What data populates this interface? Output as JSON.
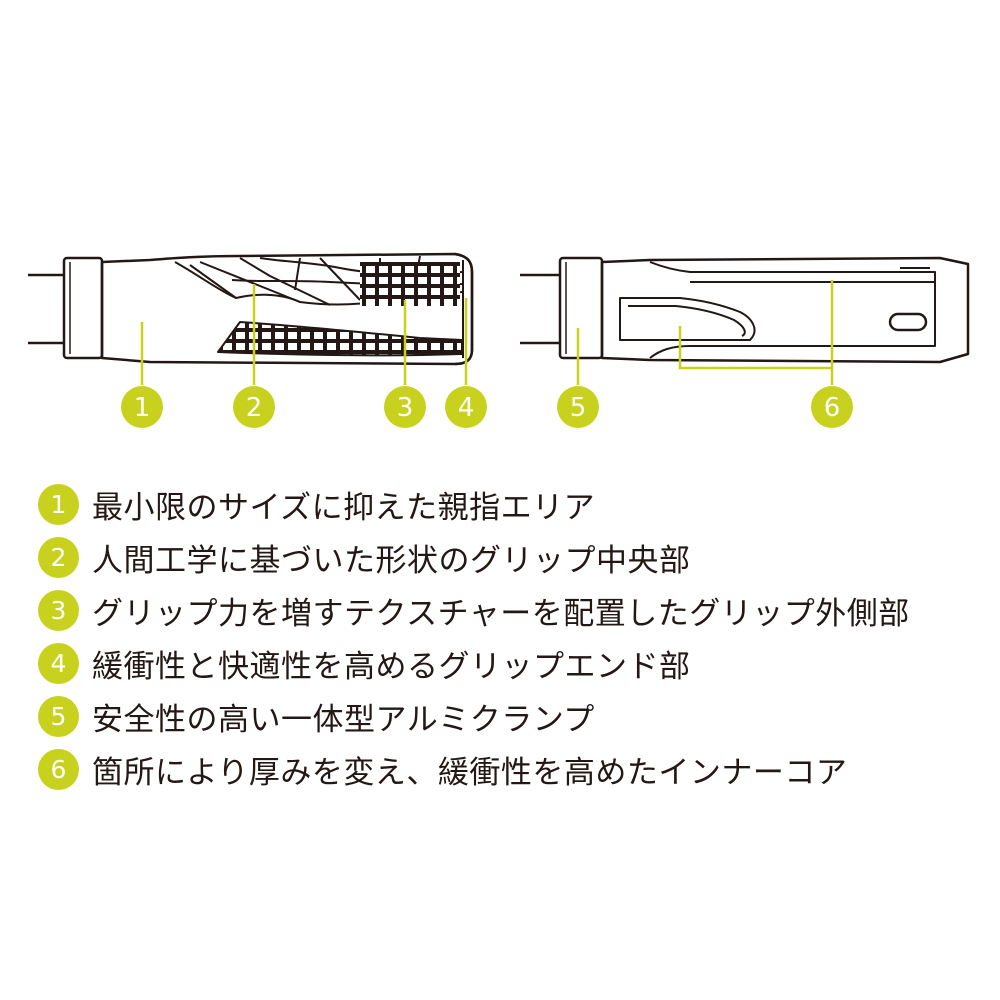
{
  "colors": {
    "accent": "#c8d21e",
    "line": "#231815"
  },
  "left_grip": {
    "callouts": [
      "1",
      "2",
      "3",
      "4"
    ]
  },
  "right_grip": {
    "callouts": [
      "5",
      "6"
    ]
  },
  "legend": {
    "items": [
      {
        "num": "1",
        "text": "最小限のサイズに抑えた親指エリア"
      },
      {
        "num": "2",
        "text": "人間工学に基づいた形状のグリップ中央部"
      },
      {
        "num": "3",
        "text": "グリップ力を増すテクスチャーを配置したグリップ外側部"
      },
      {
        "num": "4",
        "text": "緩衝性と快適性を高めるグリップエンド部"
      },
      {
        "num": "5",
        "text": "安全性の高い一体型アルミクランプ"
      },
      {
        "num": "6",
        "text": "箇所により厚みを変え、緩衝性を高めたインナーコア"
      }
    ]
  }
}
